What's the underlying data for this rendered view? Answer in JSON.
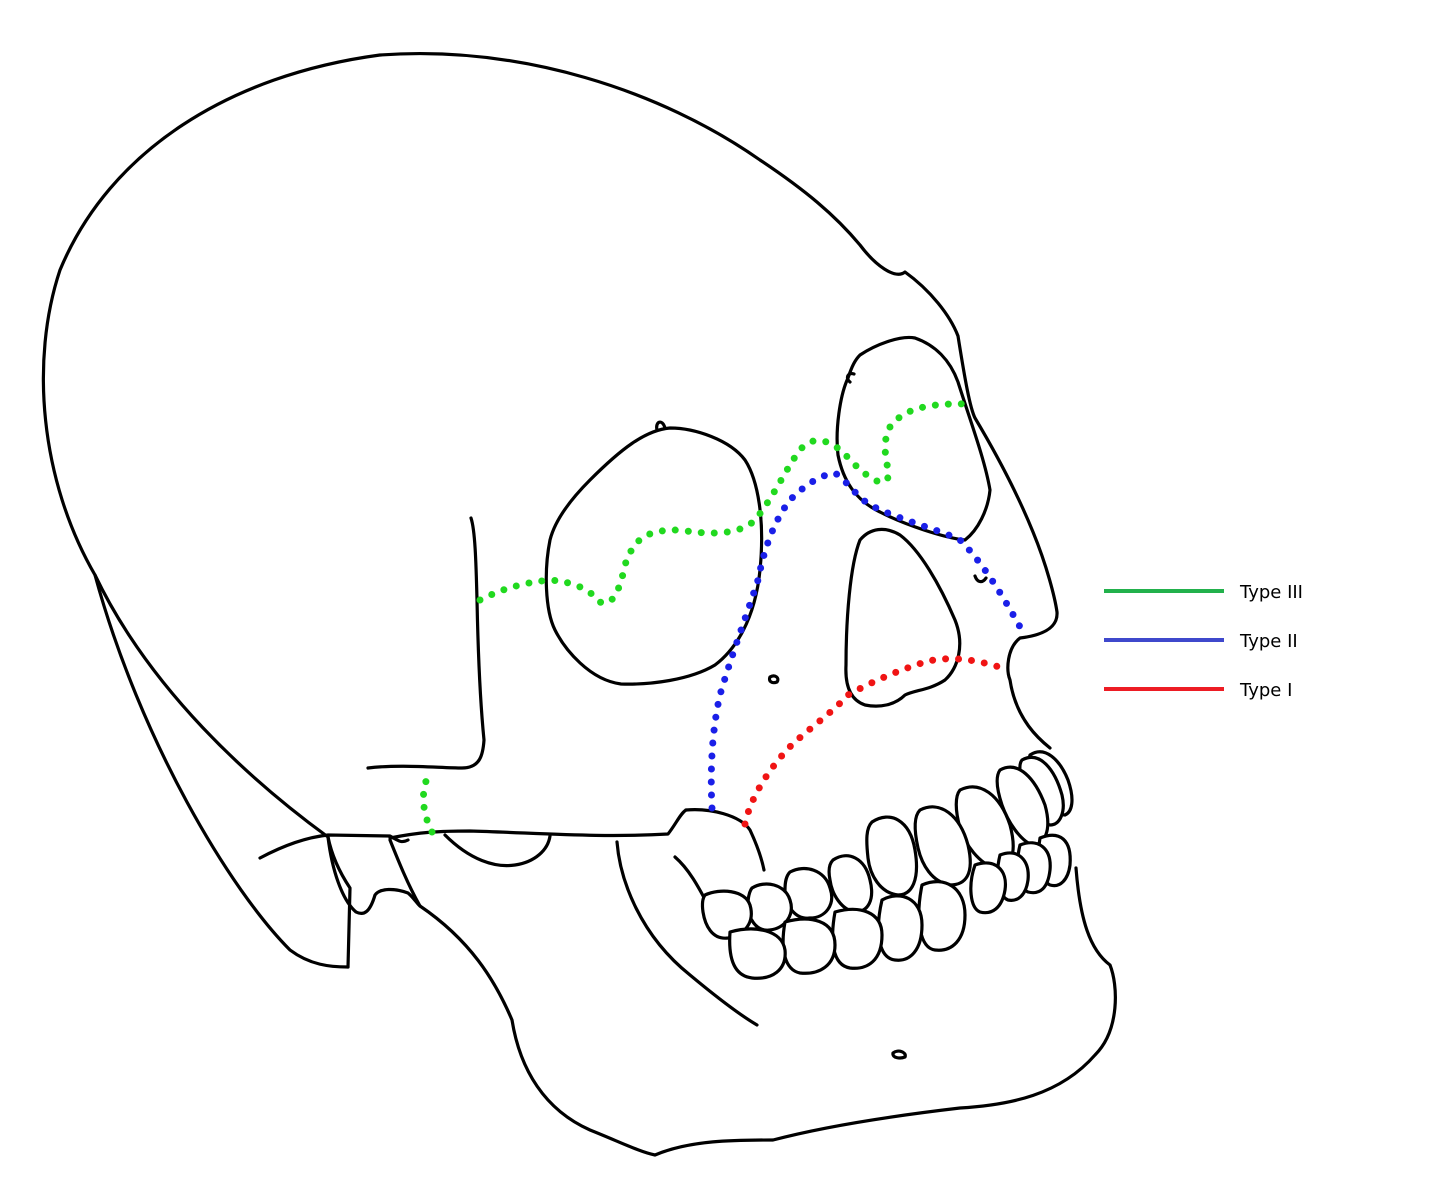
{
  "colors": {
    "type3": "#21d91f",
    "type2": "#1a1fe8",
    "type1": "#f01414",
    "legend_type3": "#22b14c",
    "legend_type2": "#3f48cc",
    "legend_type1": "#ed1c24",
    "outline": "#000000"
  },
  "legend": {
    "type3": {
      "label": "Type III",
      "color_key": "legend_type3"
    },
    "type2": {
      "label": "Type II",
      "color_key": "legend_type2"
    },
    "type1": {
      "label": "Type I",
      "color_key": "legend_type1"
    }
  }
}
